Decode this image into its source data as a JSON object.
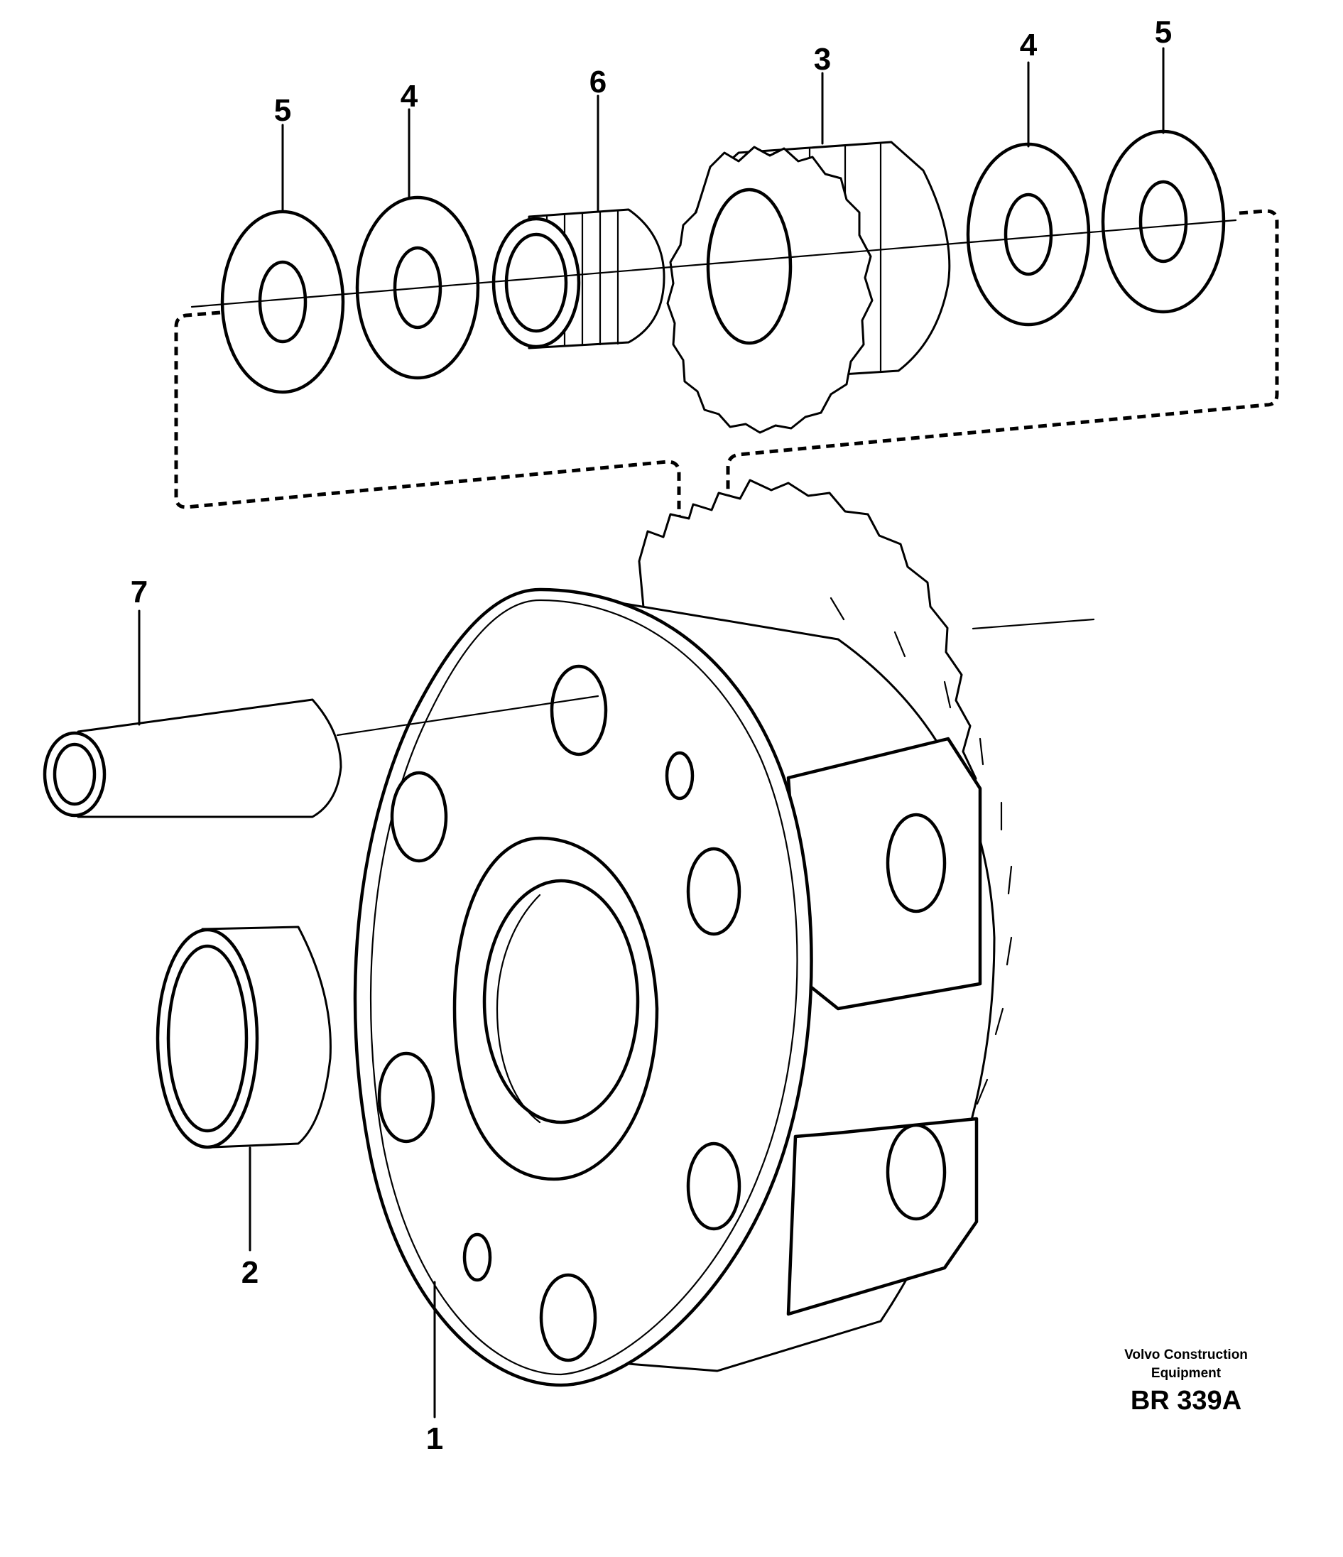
{
  "diagram": {
    "callouts": [
      {
        "id": "wash-5a",
        "label": "5"
      },
      {
        "id": "wash-4a",
        "label": "4"
      },
      {
        "id": "bearing-6",
        "label": "6"
      },
      {
        "id": "gear-3",
        "label": "3"
      },
      {
        "id": "wash-4b",
        "label": "4"
      },
      {
        "id": "wash-5b",
        "label": "5"
      },
      {
        "id": "shaft-7",
        "label": "7"
      },
      {
        "id": "bushing-2",
        "label": "2"
      },
      {
        "id": "carrier-1",
        "label": "1"
      }
    ],
    "credit": {
      "line1": "Volvo Construction",
      "line2": "Equipment",
      "ref": "BR 339A"
    }
  }
}
